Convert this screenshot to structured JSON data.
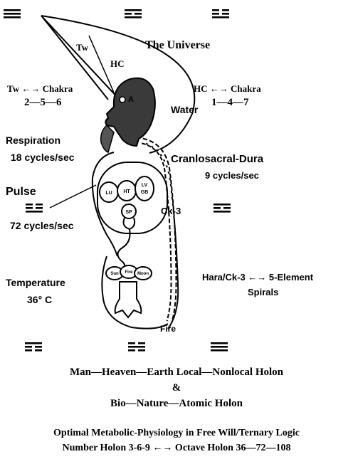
{
  "labels": {
    "tw": "Tw",
    "hc": "HC",
    "universe": "The Universe",
    "tw_chakra": "Tw ←→ Chakra",
    "tw_numbers": "2—5—6",
    "hc_chakra": "HC ←→ Chakra",
    "hc_numbers": "1—4—7",
    "a": "A",
    "water": "Water",
    "respiration": "Respiration",
    "respiration_rate": "18 cycles/sec",
    "craniosacral": "Cranlosacral-Dura",
    "craniosacral_rate": "9 cycles/sec",
    "pulse": "Pulse",
    "pulse_rate": "72 cycles/sec",
    "ck3": "Ck-3",
    "temperature": "Temperature",
    "temperature_value": "36° C",
    "hara": "Hara/Ck-3 ←→ 5-Element",
    "spirals": "Spirals",
    "fire": "Fire"
  },
  "organs": {
    "lu": "LU",
    "ht": "HT",
    "lv": "LV",
    "gb": "GB",
    "sp": "SP",
    "sun": "Sun",
    "fire": "Fire",
    "moon": "Moon"
  },
  "caption": {
    "line1": "Man—Heaven—Earth Local—Nonlocal Holon",
    "line2": "&",
    "line3": "Bio—Nature—Atomic Holon",
    "line4": "Optimal Metabolic-Physiology in Free Will/Ternary Logic",
    "line5": "Number Holon 3-6-9 ←→ Octave Holon 36—72—108"
  },
  "trigrams": [
    {
      "name": "trigram-top-left",
      "lines": [
        [
          1,
          1
        ],
        [
          1,
          1
        ],
        [
          1,
          1
        ]
      ]
    },
    {
      "name": "trigram-top-center",
      "lines": [
        [
          1,
          1
        ],
        [
          1,
          0
        ],
        [
          1,
          1
        ]
      ]
    },
    {
      "name": "trigram-top-right",
      "lines": [
        [
          1,
          0
        ],
        [
          1,
          0
        ],
        [
          1,
          1
        ]
      ]
    },
    {
      "name": "trigram-mid-left",
      "lines": [
        [
          1,
          0
        ],
        [
          1,
          0
        ],
        [
          1,
          1
        ]
      ]
    },
    {
      "name": "trigram-mid-right",
      "lines": [
        [
          1,
          1
        ],
        [
          1,
          0
        ],
        [
          1,
          1
        ]
      ]
    },
    {
      "name": "trigram-bottom-left",
      "lines": [
        [
          1,
          1
        ],
        [
          1,
          0
        ],
        [
          1,
          0
        ]
      ]
    },
    {
      "name": "trigram-bottom-center",
      "lines": [
        [
          1,
          0
        ],
        [
          1,
          1
        ],
        [
          1,
          0
        ]
      ]
    },
    {
      "name": "trigram-bottom-right",
      "lines": [
        [
          1,
          1
        ],
        [
          1,
          1
        ],
        [
          1,
          1
        ]
      ]
    }
  ]
}
